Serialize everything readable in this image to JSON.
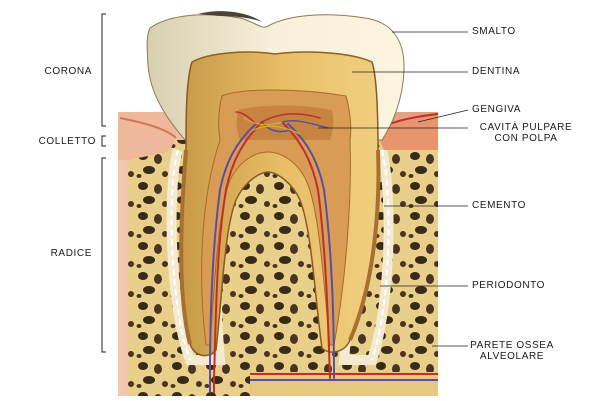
{
  "diagram": {
    "left_labels": {
      "corona": "CORONA",
      "colletto": "COLLETTO",
      "radice": "RADICE"
    },
    "right_labels": {
      "smalto": "SMALTO",
      "dentina": "DENTINA",
      "gengiva": "GENGIVA",
      "cavita_line1": "CAVITÀ PULPARE",
      "cavita_line2": "CON POLPA",
      "cemento": "CEMENTO",
      "periodonto": "PERIODONTO",
      "parete_line1": "PARETE OSSEA",
      "parete_line2": "ALVEOLARE"
    },
    "colors": {
      "enamel": "#f3ecd0",
      "dentin": "#e6b75c",
      "pulp": "#c98a3e",
      "bone": "#e8cf8a",
      "gum": "#e7a98a",
      "vessel_red": "#c0302a",
      "vessel_blue": "#5a4ea0"
    }
  }
}
